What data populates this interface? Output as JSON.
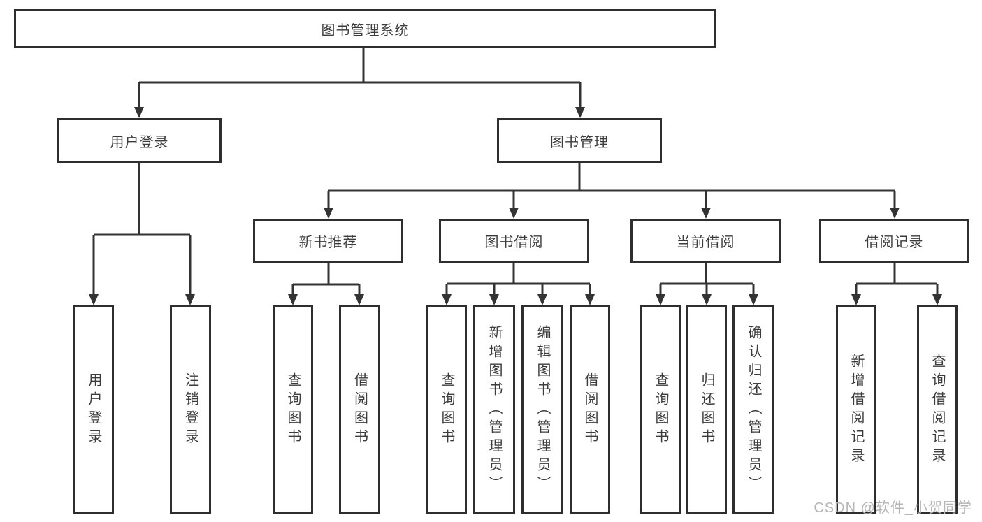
{
  "diagram": {
    "type": "hierarchy-tree"
  },
  "tree": {
    "root": {
      "label": "图书管理系统",
      "children": [
        {
          "label": "用户登录",
          "children": [
            {
              "label": "用户登录"
            },
            {
              "label": "注销登录"
            }
          ]
        },
        {
          "label": "图书管理",
          "children": [
            {
              "label": "新书推荐",
              "children": [
                {
                  "label": "查询图书"
                },
                {
                  "label": "借阅图书"
                }
              ]
            },
            {
              "label": "图书借阅",
              "children": [
                {
                  "label": "查询图书"
                },
                {
                  "label": "新增图书（管理员）"
                },
                {
                  "label": "编辑图书（管理员）"
                },
                {
                  "label": "借阅图书"
                }
              ]
            },
            {
              "label": "当前借阅",
              "children": [
                {
                  "label": "查询图书"
                },
                {
                  "label": "归还图书"
                },
                {
                  "label": "确认归还（管理员）"
                }
              ]
            },
            {
              "label": "借阅记录",
              "children": [
                {
                  "label": "新增借阅记录"
                },
                {
                  "label": "查询借阅记录"
                }
              ]
            }
          ]
        }
      ]
    }
  },
  "watermark": {
    "text": "CSDN @软件_小贺同学"
  },
  "colors": {
    "line": "#333333",
    "border": "#2e2e2e",
    "text": "#3c3c3c",
    "watermark": "#b5b5b5",
    "background": "#ffffff"
  }
}
